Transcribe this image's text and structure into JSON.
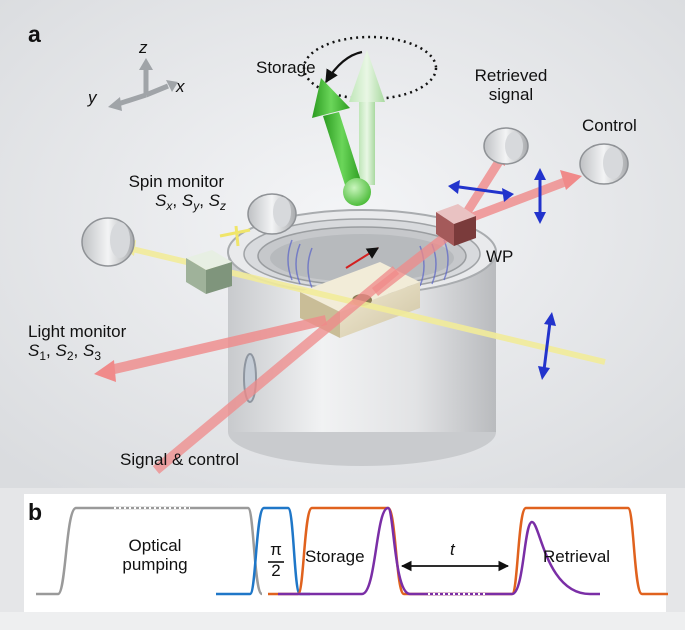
{
  "panel_a": {
    "label": "a",
    "axes": {
      "z": "z",
      "x": "x",
      "y": "y"
    },
    "storage": "Storage",
    "retrieved": [
      "Retrieved",
      "signal"
    ],
    "control": "Control",
    "spin_monitor": {
      "title": "Spin monitor",
      "components": [
        {
          "sym": "S",
          "sub": "x",
          "sep": ", "
        },
        {
          "sym": "S",
          "sub": "y",
          "sep": ", "
        },
        {
          "sym": "S",
          "sub": "z",
          "sep": ""
        }
      ]
    },
    "wp": "WP",
    "light_monitor": {
      "title": "Light monitor",
      "components": [
        {
          "sym": "S",
          "sub": "1",
          "sep": ", "
        },
        {
          "sym": "S",
          "sub": "2",
          "sep": ", "
        },
        {
          "sym": "S",
          "sub": "3",
          "sep": ""
        }
      ]
    },
    "signal_control": "Signal & control"
  },
  "panel_b": {
    "label": "b",
    "optical": [
      "Optical",
      "pumping"
    ],
    "pi_num": "π",
    "pi_den": "2",
    "storage": "Storage",
    "t": "t",
    "retrieval": "Retrieval"
  },
  "colors": {
    "pumping_trace": "#9a9a9a",
    "pi_half_trace": "#1f77c8",
    "control_trace": "#e0621e",
    "signal_trace": "#7a2ea6",
    "laser_red": "#f08a8a",
    "laser_yellow": "#f2ec9a",
    "spin_green": "#3cbf2a",
    "polarization_blue": "#2233cc"
  }
}
